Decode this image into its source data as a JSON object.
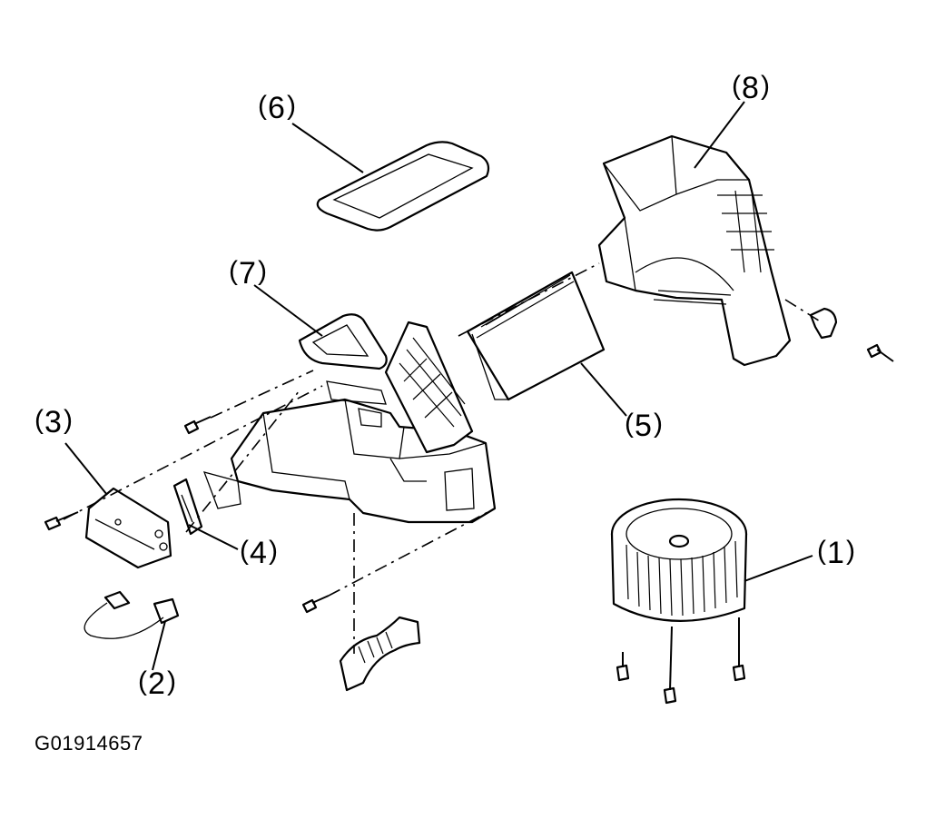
{
  "figure_id": "G01914657",
  "callouts": {
    "c1": "1",
    "c2": "2",
    "c3": "3",
    "c4": "4",
    "c5": "5",
    "c6": "6",
    "c7": "7",
    "c8": "8"
  },
  "colors": {
    "ink": "#000000",
    "background": "#ffffff"
  }
}
